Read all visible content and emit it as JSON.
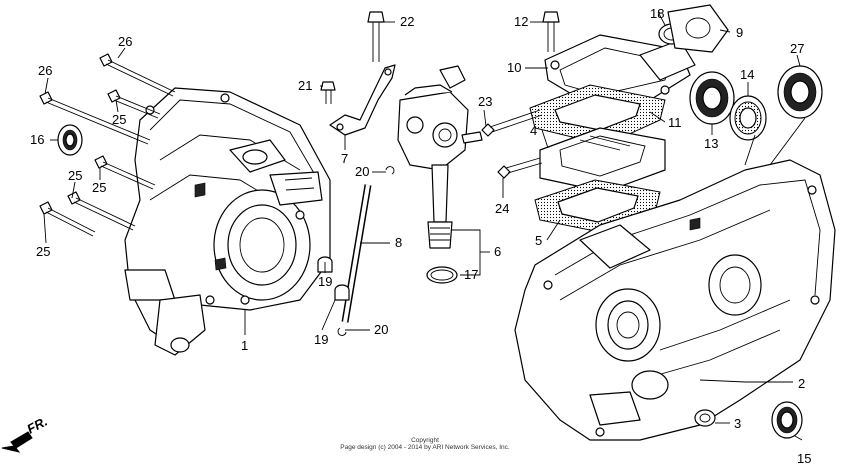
{
  "copyright": {
    "heading": "Copyright",
    "line": "Page design (c) 2004 - 2014 by ARI Network Services, Inc."
  },
  "direction_label": "FR.",
  "callouts": [
    "1",
    "2",
    "3",
    "4",
    "5",
    "6",
    "7",
    "8",
    "9",
    "10",
    "11",
    "12",
    "13",
    "14",
    "15",
    "16",
    "17",
    "18",
    "19",
    "19",
    "20",
    "20",
    "21",
    "22",
    "23",
    "24",
    "25",
    "25",
    "25",
    "25",
    "26",
    "26",
    "27"
  ]
}
